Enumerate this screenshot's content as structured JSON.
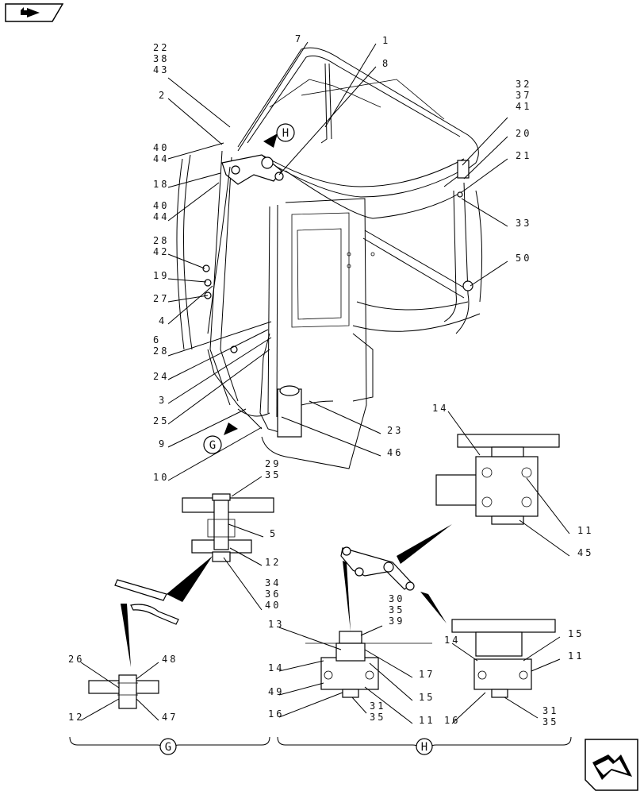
{
  "nav": {
    "prev_icon": "back-arrow-icon",
    "next_icon": "forward-arrow-icon"
  },
  "views": {
    "g": "G",
    "h": "H"
  },
  "callouts": [
    {
      "id": "c-22-38-43",
      "lines": [
        "22",
        "38",
        "43"
      ]
    },
    {
      "id": "c-2",
      "lines": [
        "2"
      ]
    },
    {
      "id": "c-40-44-a",
      "lines": [
        "40",
        "44"
      ]
    },
    {
      "id": "c-18",
      "lines": [
        "18"
      ]
    },
    {
      "id": "c-40-44-b",
      "lines": [
        "40",
        "44"
      ]
    },
    {
      "id": "c-28-42",
      "lines": [
        "28",
        "42"
      ]
    },
    {
      "id": "c-19",
      "lines": [
        "19"
      ]
    },
    {
      "id": "c-27",
      "lines": [
        "27"
      ]
    },
    {
      "id": "c-4",
      "lines": [
        "4"
      ]
    },
    {
      "id": "c-6-28",
      "lines": [
        "6",
        "28"
      ]
    },
    {
      "id": "c-24",
      "lines": [
        "24"
      ]
    },
    {
      "id": "c-3",
      "lines": [
        "3"
      ]
    },
    {
      "id": "c-25",
      "lines": [
        "25"
      ]
    },
    {
      "id": "c-9",
      "lines": [
        "9"
      ]
    },
    {
      "id": "c-10",
      "lines": [
        "10"
      ]
    },
    {
      "id": "c-7",
      "lines": [
        "7"
      ]
    },
    {
      "id": "c-1",
      "lines": [
        "1"
      ]
    },
    {
      "id": "c-8",
      "lines": [
        "8"
      ]
    },
    {
      "id": "c-32-37-41",
      "lines": [
        "32",
        "37",
        "41"
      ]
    },
    {
      "id": "c-20",
      "lines": [
        "20"
      ]
    },
    {
      "id": "c-21",
      "lines": [
        "21"
      ]
    },
    {
      "id": "c-33",
      "lines": [
        "33"
      ]
    },
    {
      "id": "c-50",
      "lines": [
        "50"
      ]
    },
    {
      "id": "c-23",
      "lines": [
        "23"
      ]
    },
    {
      "id": "c-46",
      "lines": [
        "46"
      ]
    },
    {
      "id": "c-29-35",
      "lines": [
        "29",
        "35"
      ]
    },
    {
      "id": "c-5",
      "lines": [
        "5"
      ]
    },
    {
      "id": "c-12-a",
      "lines": [
        "12"
      ]
    },
    {
      "id": "c-34-36-40",
      "lines": [
        "34",
        "36",
        "40"
      ]
    },
    {
      "id": "c-26",
      "lines": [
        "26"
      ]
    },
    {
      "id": "c-48",
      "lines": [
        "48"
      ]
    },
    {
      "id": "c-12-b",
      "lines": [
        "12"
      ]
    },
    {
      "id": "c-47",
      "lines": [
        "47"
      ]
    },
    {
      "id": "c-14-a",
      "lines": [
        "14"
      ]
    },
    {
      "id": "c-11-a",
      "lines": [
        "11"
      ]
    },
    {
      "id": "c-45",
      "lines": [
        "45"
      ]
    },
    {
      "id": "c-30-35-39",
      "lines": [
        "30",
        "35",
        "39"
      ]
    },
    {
      "id": "c-13",
      "lines": [
        "13"
      ]
    },
    {
      "id": "c-14-b",
      "lines": [
        "14"
      ]
    },
    {
      "id": "c-17",
      "lines": [
        "17"
      ]
    },
    {
      "id": "c-49",
      "lines": [
        "49"
      ]
    },
    {
      "id": "c-15-a",
      "lines": [
        "15"
      ]
    },
    {
      "id": "c-16-a",
      "lines": [
        "16"
      ]
    },
    {
      "id": "c-31-35-a",
      "lines": [
        "31",
        "35"
      ]
    },
    {
      "id": "c-11-b",
      "lines": [
        "11"
      ]
    },
    {
      "id": "c-14-c",
      "lines": [
        "14"
      ]
    },
    {
      "id": "c-15-b",
      "lines": [
        "15"
      ]
    },
    {
      "id": "c-11-c",
      "lines": [
        "11"
      ]
    },
    {
      "id": "c-16-b",
      "lines": [
        "16"
      ]
    },
    {
      "id": "c-31-35-b",
      "lines": [
        "31",
        "35"
      ]
    }
  ]
}
